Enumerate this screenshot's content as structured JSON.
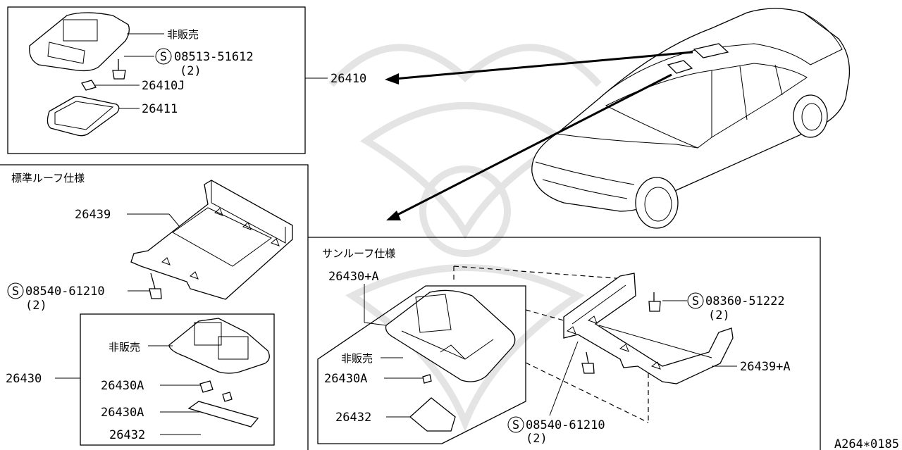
{
  "diagram": {
    "figure_code": "A264∗0185",
    "top_box": {
      "not_sold": "非販売",
      "screw_code": "08513-51612",
      "screw_qty": "(2)",
      "bulb": "26410J",
      "lens": "26411"
    },
    "assembly_ref": "26410",
    "standard_roof": {
      "title": "標準ルーフ仕様",
      "bracket": "26439",
      "screw_code": "08540-61210",
      "screw_qty": "(2)",
      "lamp_assy": "26430",
      "not_sold": "非販売",
      "bulb_a": "26430A",
      "bulb_b": "26430A",
      "lens": "26432"
    },
    "sunroof": {
      "title": "サンルーフ仕様",
      "lamp_assy": "26430+A",
      "not_sold": "非販売",
      "bulb": "26430A",
      "lens": "26432",
      "screw_top_code": "08360-51222",
      "screw_top_qty": "(2)",
      "bracket": "26439+A",
      "screw_bottom_code": "08540-61210",
      "screw_bottom_qty": "(2)"
    },
    "symbols": {
      "standard_part": "S"
    }
  }
}
